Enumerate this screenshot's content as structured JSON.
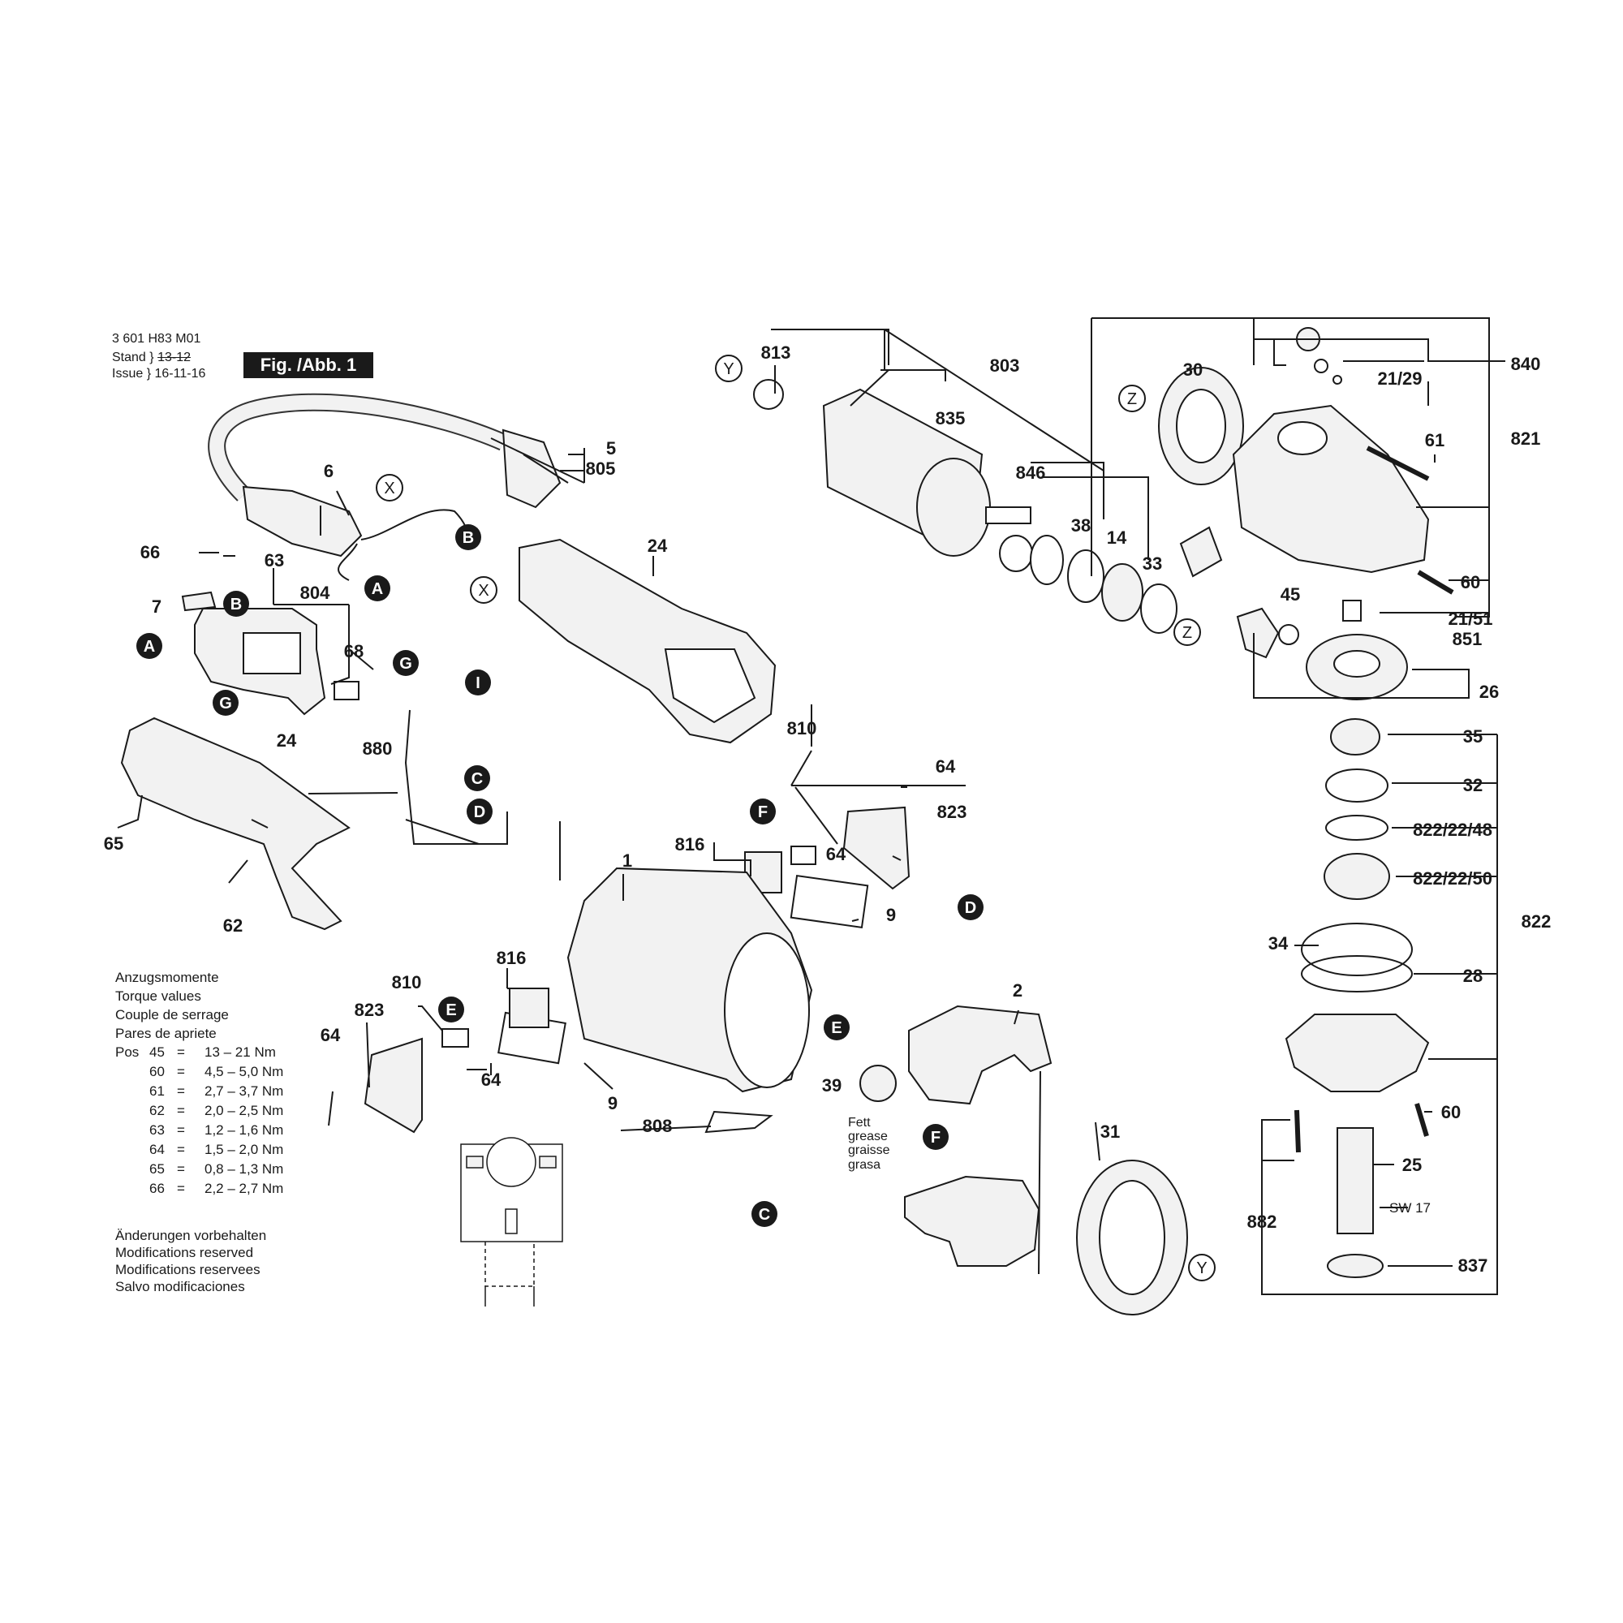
{
  "header": {
    "doc_number": "3 601 H83 M01",
    "stand_label": "Stand",
    "stand_value": "13-12",
    "issue_label": "Issue",
    "issue_value": "16-11-16",
    "figure_label": "Fig. /Abb. 1"
  },
  "torque": {
    "title_lines": [
      "Anzugsmomente",
      "Torque values",
      "Couple de serrage",
      "Pares de apriete"
    ],
    "pos_label": "Pos",
    "rows": [
      {
        "pos": "45",
        "eq": "=",
        "value": "13 – 21 Nm"
      },
      {
        "pos": "60",
        "eq": "=",
        "value": "4,5 – 5,0 Nm"
      },
      {
        "pos": "61",
        "eq": "=",
        "value": "2,7 – 3,7 Nm"
      },
      {
        "pos": "62",
        "eq": "=",
        "value": "2,0 – 2,5 Nm"
      },
      {
        "pos": "63",
        "eq": "=",
        "value": "1,2 – 1,6 Nm"
      },
      {
        "pos": "64",
        "eq": "=",
        "value": "1,5 – 2,0 Nm"
      },
      {
        "pos": "65",
        "eq": "=",
        "value": "0,8 – 1,3 Nm"
      },
      {
        "pos": "66",
        "eq": "=",
        "value": "2,2 – 2,7 Nm"
      }
    ]
  },
  "notes": [
    "Änderungen vorbehalten",
    "Modifications reserved",
    "Modifications reservees",
    "Salvo modificaciones"
  ],
  "grease_note": [
    "Fett",
    "grease",
    "graisse",
    "grasa"
  ],
  "sw_note": "SW 17",
  "labels": {
    "p1": "1",
    "p2": "2",
    "p5": "5",
    "p805": "805",
    "p6": "6",
    "p7": "7",
    "p9a": "9",
    "p9b": "9",
    "p14": "14",
    "p21_29": "21/29",
    "p21_51": "21/51",
    "p851": "851",
    "p24a": "24",
    "p24b": "24",
    "p25": "25",
    "p26": "26",
    "p28": "28",
    "p30": "30",
    "p31": "31",
    "p32": "32",
    "p33": "33",
    "p34": "34",
    "p35": "35",
    "p38": "38",
    "p39": "39",
    "p45": "45",
    "p60a": "60",
    "p60b": "60",
    "p61": "61",
    "p62": "62",
    "p63": "63",
    "p64a": "64",
    "p64b": "64",
    "p64c": "64",
    "p64d": "64",
    "p65": "65",
    "p66": "66",
    "p68": "68",
    "p803": "803",
    "p804": "804",
    "p808": "808",
    "p810a": "810",
    "p810b": "810",
    "p813": "813",
    "p816a": "816",
    "p816b": "816",
    "p821": "821",
    "p822": "822",
    "p822_48": "822/22/48",
    "p822_50": "822/22/50",
    "p823a": "823",
    "p823b": "823",
    "p835": "835",
    "p837": "837",
    "p840": "840",
    "p846": "846",
    "p880": "880",
    "p882": "882"
  },
  "connectors": {
    "A1": "A",
    "A2": "A",
    "B1": "B",
    "B2": "B",
    "C1": "C",
    "C2": "C",
    "D1": "D",
    "D2": "D",
    "E1": "E",
    "E2": "E",
    "F1": "F",
    "F2": "F",
    "G1": "G",
    "G2": "G",
    "I1": "I"
  },
  "refs": {
    "X1": "X",
    "X2": "X",
    "Y1": "Y",
    "Y2": "Y",
    "Z1": "Z",
    "Z2": "Z"
  },
  "colors": {
    "ink": "#1a1a1a",
    "paper": "#ffffff",
    "part_fill": "#f2f2f2"
  }
}
